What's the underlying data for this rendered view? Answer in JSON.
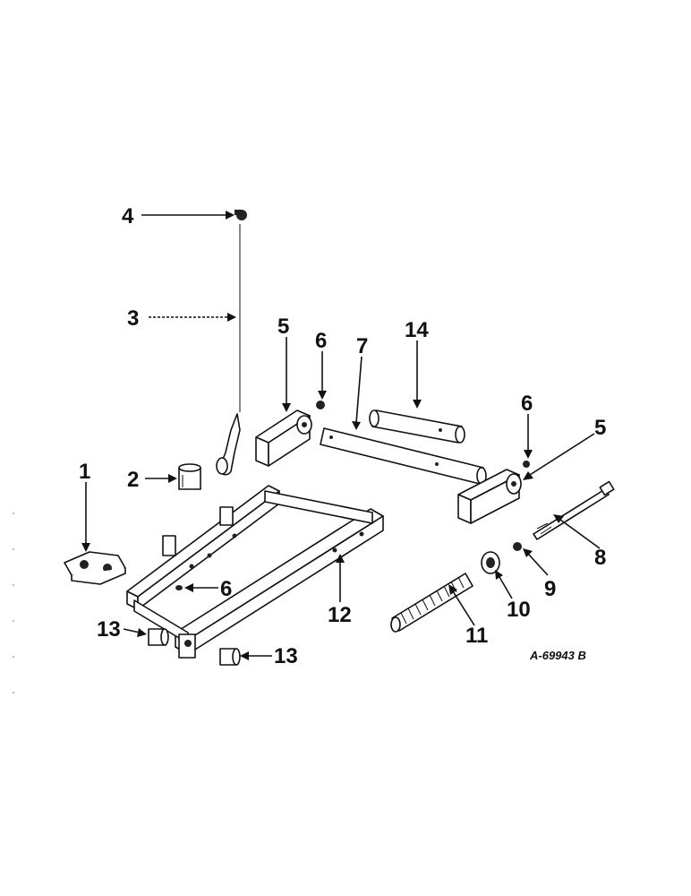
{
  "diagram": {
    "drawing_code": "A-69943 B",
    "callouts": {
      "c1": "1",
      "c2": "2",
      "c3": "3",
      "c4": "4",
      "c5a": "5",
      "c5b": "5",
      "c6a": "6",
      "c6b": "6",
      "c6c": "6",
      "c7": "7",
      "c8": "8",
      "c9": "9",
      "c10": "10",
      "c11": "11",
      "c12": "12",
      "c13a": "13",
      "c13b": "13",
      "c14": "14"
    }
  }
}
